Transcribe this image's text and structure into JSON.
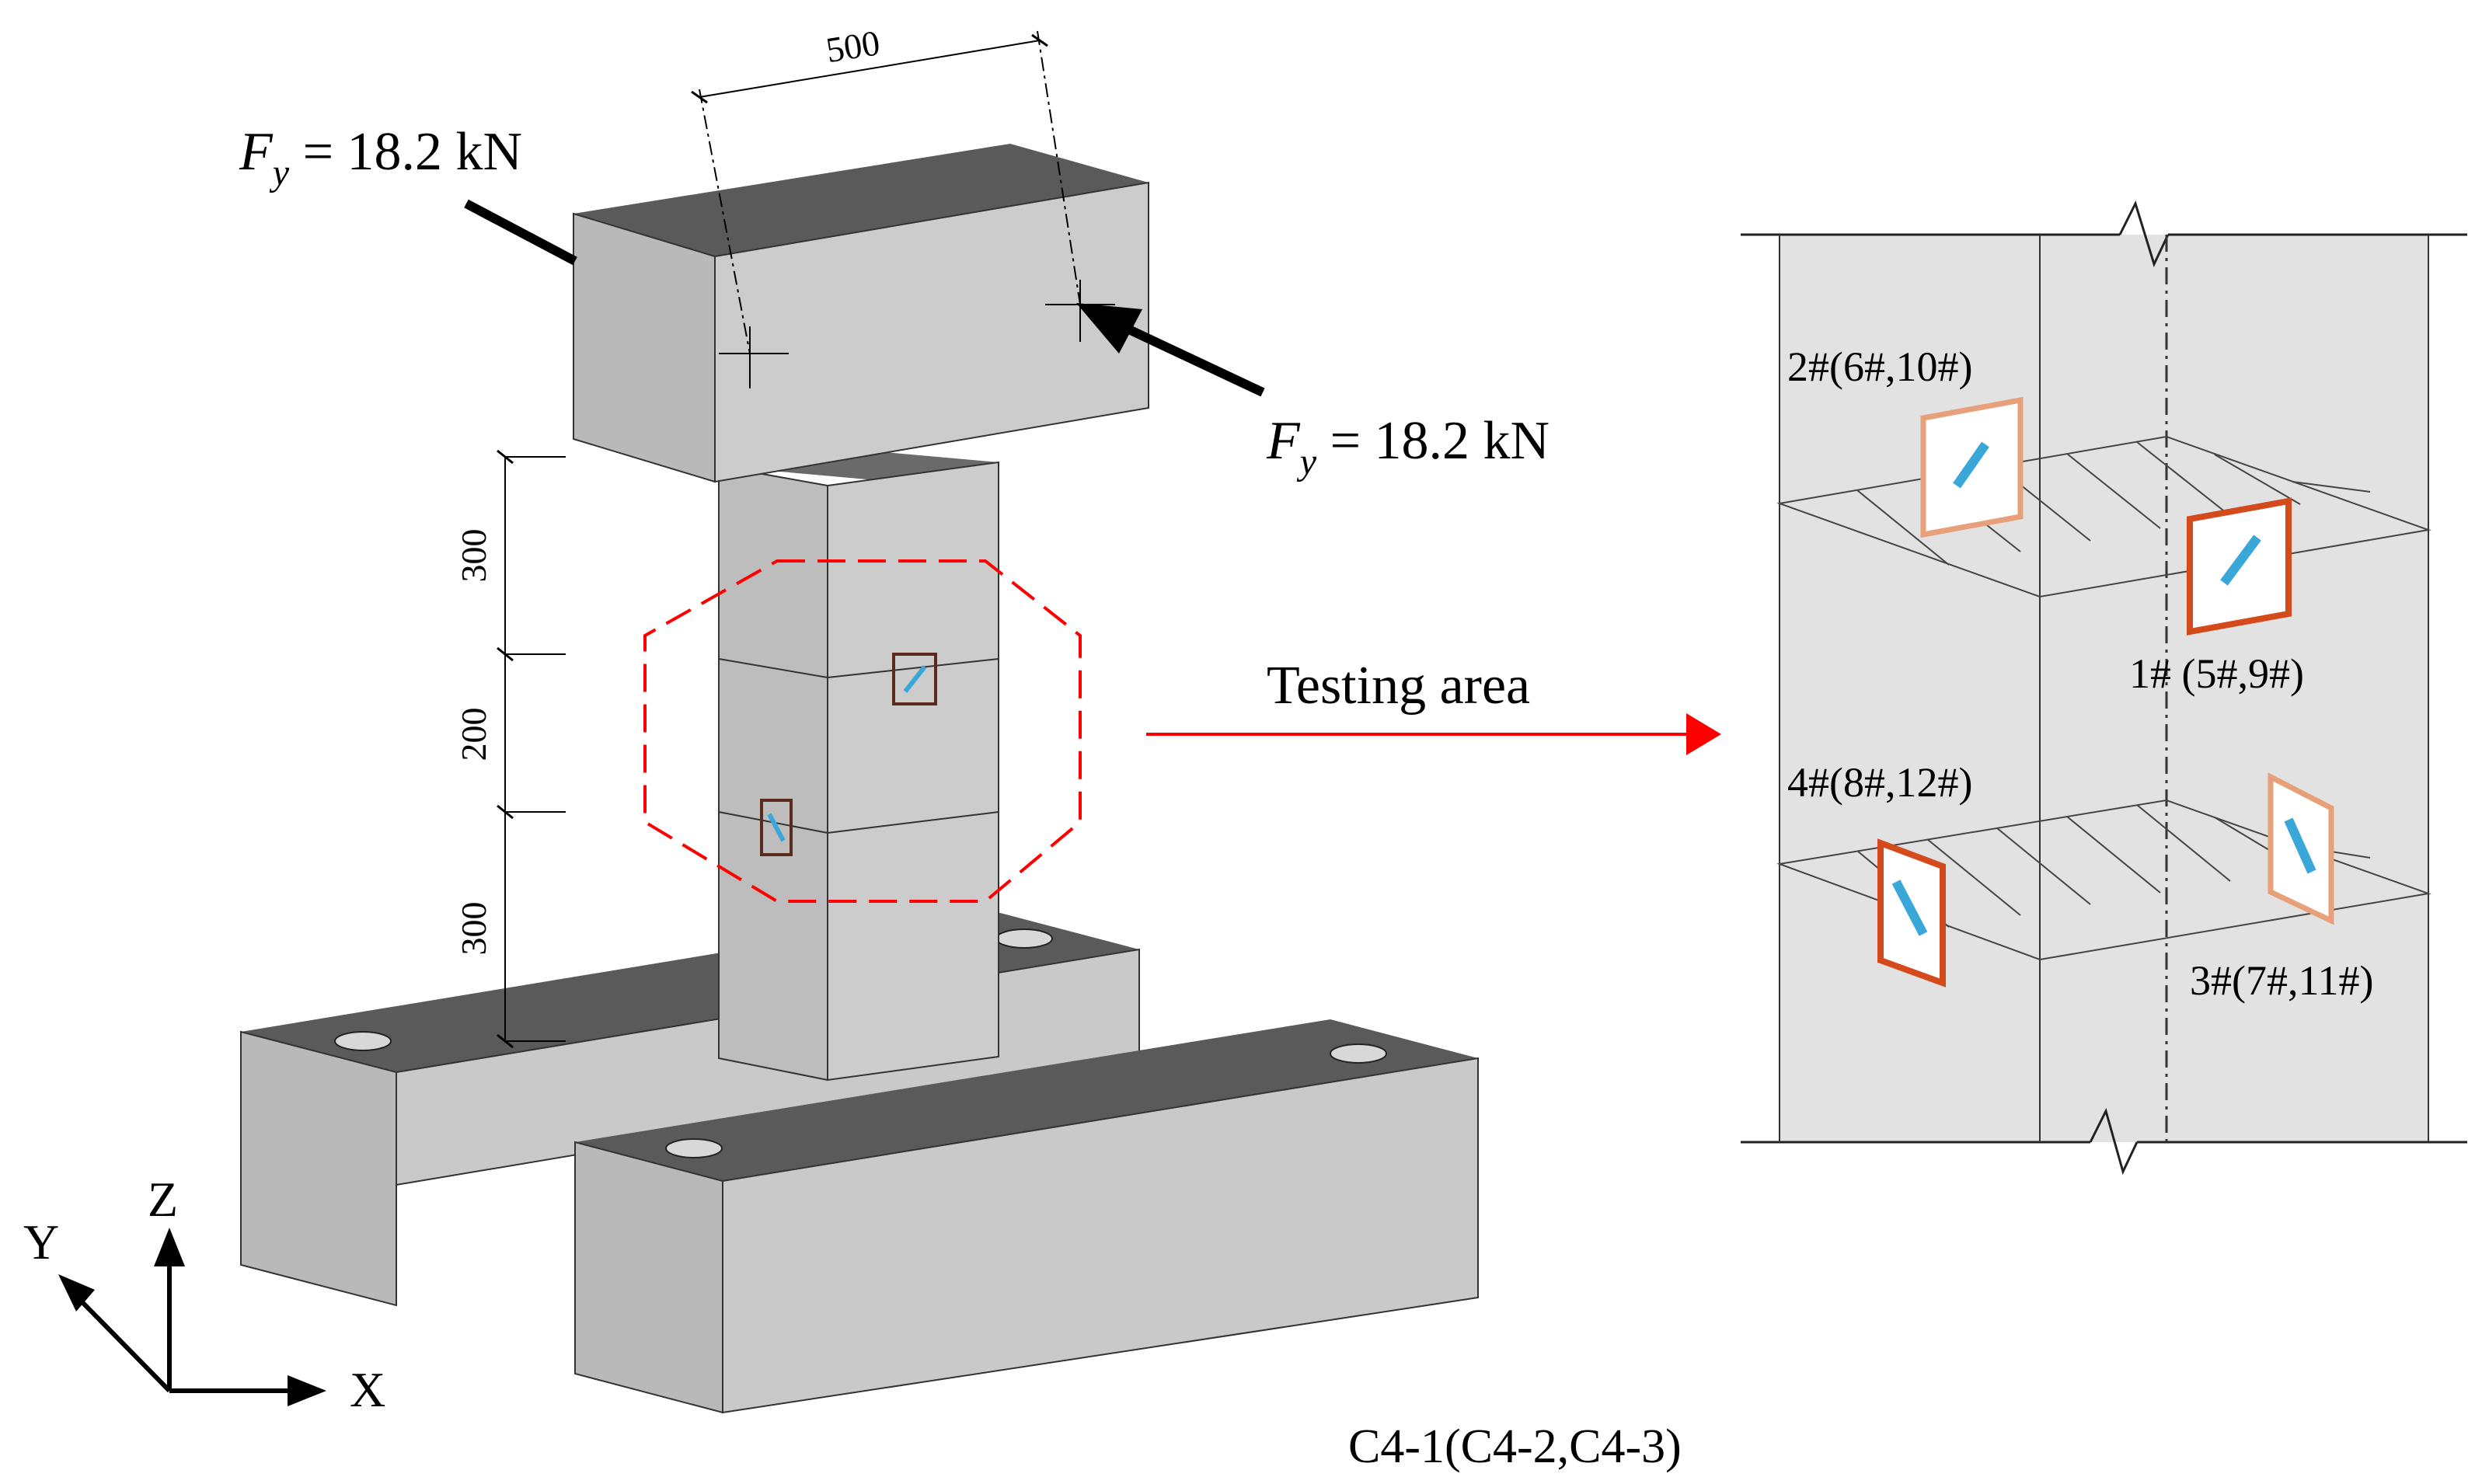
{
  "colors": {
    "concrete_face": "#c9c9c9",
    "concrete_side": "#b9b9b9",
    "concrete_dark": "#5a5a5a",
    "test_zone_outline": "#ff0000",
    "arrow_red": "#ff0000",
    "gauge_strong": "#d44a1a",
    "gauge_light": "#e8a07a",
    "strain_gauge": "#3aa7d9",
    "panel_face": "#e2e2e2"
  },
  "dimensions": {
    "top_width": "500",
    "segment_upper": "300",
    "segment_middle": "200",
    "segment_lower": "300"
  },
  "loads": {
    "left": {
      "symbol": "F",
      "subscript": "y",
      "value": " = 18.2 kN"
    },
    "right": {
      "symbol": "F",
      "subscript": "y",
      "value": " = 18.2 kN"
    }
  },
  "axes": {
    "x": "X",
    "y": "Y",
    "z": "Z"
  },
  "testing_area_label": "Testing area",
  "gauges": {
    "g1": "1# (5#,9#)",
    "g2": "2#(6#,10#)",
    "g3": "3#(7#,11#)",
    "g4": "4#(8#,12#)"
  },
  "specimen_label": "C4-1(C4-2,C4-3)",
  "icons": {
    "load_arrow_left": "load-arrow-icon",
    "load_arrow_right": "load-arrow-icon",
    "testing_arrow": "right-arrow-icon",
    "bolt_hole": "circle-icon"
  }
}
